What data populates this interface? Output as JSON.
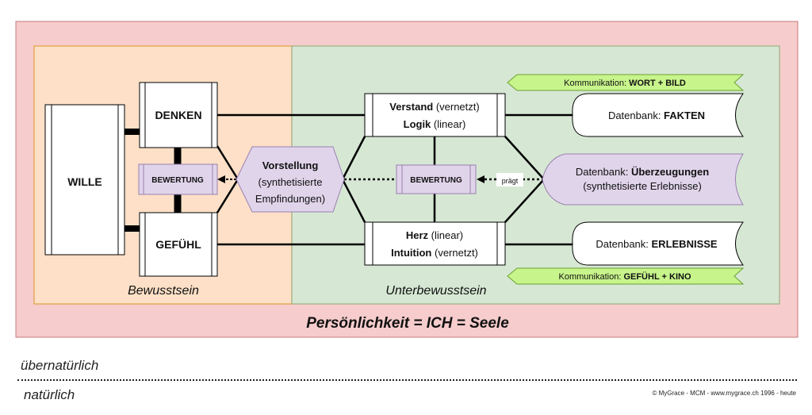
{
  "regions": {
    "bewusstsein": "Bewusstsein",
    "unterbewusstsein": "Unterbewusstsein",
    "persoenlichkeit": "Persönlichkeit = ICH = Seele"
  },
  "boxes": {
    "wille": "WILLE",
    "denken": "DENKEN",
    "gefuehl": "GEFÜHL",
    "bewertung_left": "BEWERTUNG",
    "bewertung_right": "BEWERTUNG",
    "vorstellung": {
      "title": "Vorstellung",
      "line2": "(synthetisierte",
      "line3": "Empfindungen)"
    },
    "verstand": {
      "bold": "Verstand",
      "rest": " (vernetzt)"
    },
    "logik": {
      "bold": "Logik",
      "rest": " (linear)"
    },
    "herz": {
      "bold": "Herz",
      "rest": " (linear)"
    },
    "intuition": {
      "bold": "Intuition",
      "rest": " (vernetzt)"
    },
    "praegt": "prägt"
  },
  "datenbanken": {
    "fakten": {
      "prefix": "Datenbank: ",
      "bold": "FAKTEN"
    },
    "ueberzeugungen": {
      "prefix": "Datenbank: ",
      "bold": "Überzeugungen",
      "sub": "(synthetisierte Erlebnisse)"
    },
    "erlebnisse": {
      "prefix": "Datenbank: ",
      "bold": "ERLEBNISSE"
    }
  },
  "kommunikation": {
    "top": {
      "prefix": "Kommunikation: ",
      "bold": "WORT + BILD"
    },
    "bottom": {
      "prefix": "Kommunikation: ",
      "bold": "GEFÜHL + KINO"
    }
  },
  "footer": {
    "uebernatuerlich": "übernatürlich",
    "natuerlich": "natürlich",
    "copyright": "© MyGrace - MCM - www.mygrace.ch 1996 - heute"
  },
  "colors": {
    "outer": "#f6cccc",
    "bewusstsein": "#fde0c7",
    "unterbewusstsein": "#d6e8d4",
    "bewertung": "#e0d4ea",
    "kommunikation": "#c8f48c"
  }
}
